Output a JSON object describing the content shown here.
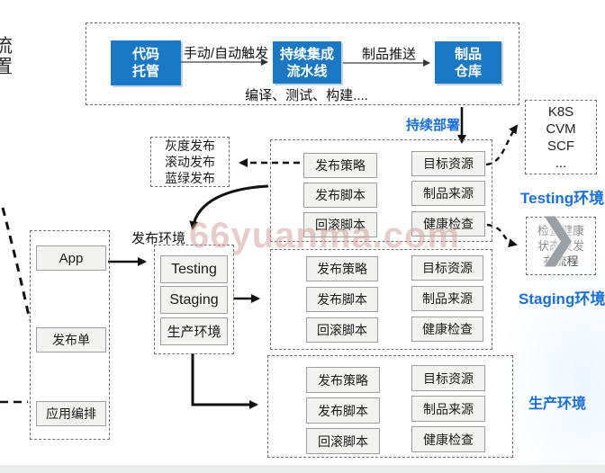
{
  "watermark": {
    "text": "66yuanma.com"
  },
  "clipped_label": {
    "line1": "流",
    "line2": "置"
  },
  "ci_section": {
    "code_hosting": "代码\n托管",
    "trigger_label": "手动/自动触发",
    "pipeline": "持续集成\n流水线",
    "push_label": "制品推送",
    "artifact_repo": "制品\n仓库",
    "build_steps": "编译、测试、构建...."
  },
  "deploy": {
    "continuous_deploy_label": "持续部署",
    "resource_box": {
      "lines": [
        "K8S",
        "CVM",
        "SCF",
        "..."
      ]
    },
    "strategy_box": {
      "lines": [
        "灰度发布",
        "滚动发布",
        "蓝绿发布"
      ]
    },
    "health_check_box": {
      "lines": [
        "检查健康",
        "状态及发",
        "布流程"
      ]
    },
    "chevron": "❯"
  },
  "env_labels": {
    "release_env": "发布环境",
    "testing": "Testing环境",
    "staging": "Staging环境",
    "production": "生产环境"
  },
  "config_items": {
    "left": [
      "发布策略",
      "发布脚本",
      "回滚脚本"
    ],
    "right": [
      "目标资源",
      "制品来源",
      "健康检查"
    ]
  },
  "left_panel": {
    "items": [
      "App",
      "发布单",
      "应用编排"
    ]
  },
  "env_selector": {
    "items": [
      "Testing",
      "Staging",
      "生产环境"
    ]
  },
  "colors": {
    "node_blue": "#1b78c4",
    "label_blue": "#1a6fd8",
    "watermark_pink": "#cf9d94"
  }
}
